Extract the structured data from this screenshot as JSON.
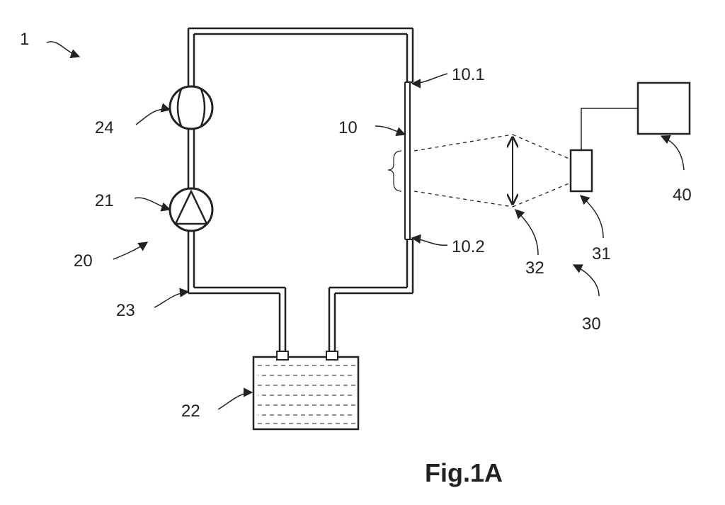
{
  "figure": {
    "caption": "Fig.1A"
  },
  "labels": {
    "system": "1",
    "flow_cell": "10",
    "window_top": "10.1",
    "window_bottom": "10.2",
    "fluid_circuit": "20",
    "pump": "21",
    "reservoir": "22",
    "tubing": "23",
    "flow_meter": "24",
    "optical_system": "30",
    "camera": "31",
    "field_of_view": "32",
    "controller": "40"
  }
}
